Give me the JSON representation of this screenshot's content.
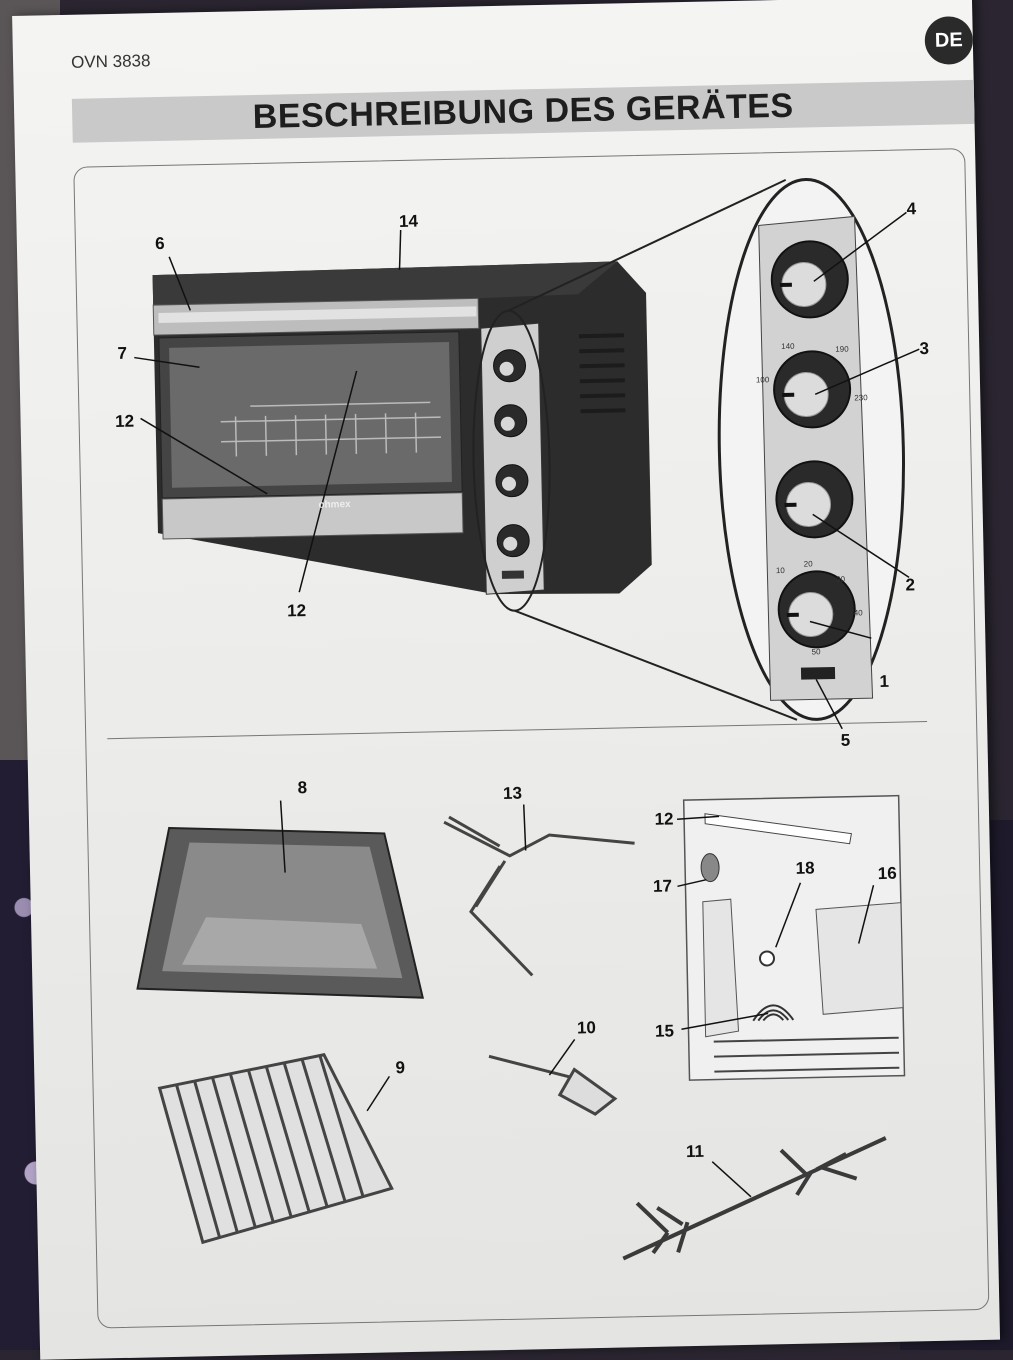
{
  "header": {
    "model": "OVN 3838",
    "language_badge": "DE",
    "title": "BESCHREIBUNG DES GERÄTES"
  },
  "oven": {
    "brand": "ohmex"
  },
  "dial_scale": {
    "temperature": [
      "100",
      "140",
      "190",
      "230"
    ],
    "timer": [
      "10",
      "20",
      "30",
      "40",
      "50"
    ]
  },
  "callouts": [
    "1",
    "2",
    "3",
    "4",
    "5",
    "6",
    "7",
    "8",
    "9",
    "10",
    "11",
    "12",
    "13",
    "14",
    "15",
    "16",
    "17",
    "18"
  ],
  "colors": {
    "paper": "#efefed",
    "title_bar": "#c9c9c9",
    "ink": "#1e1e1e",
    "badge": "#2a2a2a"
  }
}
